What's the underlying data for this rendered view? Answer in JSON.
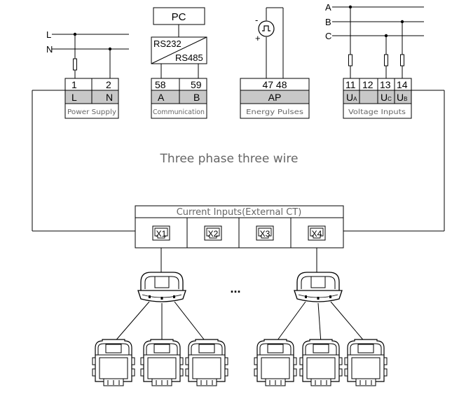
{
  "phases": [
    "A",
    "B",
    "C"
  ],
  "power_lines": [
    "L",
    "N"
  ],
  "pc_label": "PC",
  "converter": {
    "top": "RS232",
    "bottom": "RS485"
  },
  "pulse_signs": {
    "neg": "-",
    "pos": "+"
  },
  "terminal_groups": [
    {
      "numbers": [
        "1",
        "2"
      ],
      "signals": [
        "L",
        "N"
      ],
      "caption": "Power Supply"
    },
    {
      "numbers": [
        "58",
        "59"
      ],
      "signals": [
        "A",
        "B"
      ],
      "caption": "Communication"
    },
    {
      "numbers": [
        "47 48"
      ],
      "signals": [
        "AP"
      ],
      "caption": "Energy Pulses"
    },
    {
      "numbers": [
        "11",
        "12",
        "13",
        "14"
      ],
      "signals": [
        "U",
        "",
        "U",
        "U"
      ],
      "signal_subscripts": [
        "A",
        "",
        "C",
        "B"
      ],
      "caption": "Voltage Inputs"
    }
  ],
  "center_title": "Three phase three wire",
  "current_inputs": {
    "title": "Current Inputs(External CT)",
    "ports": [
      "X1",
      "X2",
      "X3",
      "X4"
    ]
  },
  "ellipsis": "..."
}
